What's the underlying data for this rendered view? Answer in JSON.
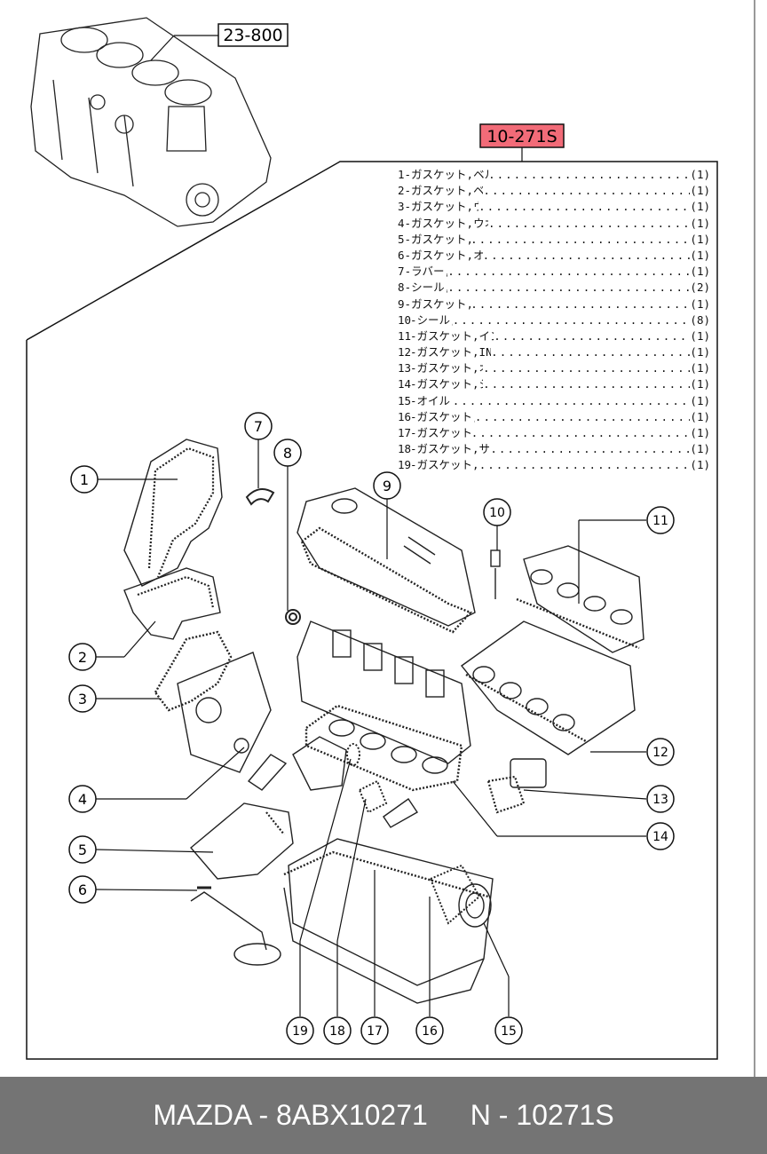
{
  "diagram": {
    "top_ref": "23-800",
    "kit_ref": "10-271S",
    "parts": [
      {
        "no": "1",
        "name": "-ガスケット,ベルトカバー アッパー",
        "qty": "(1)"
      },
      {
        "no": "2",
        "name": "-ガスケット,ベルトカバー ロワ-",
        "qty": "(1)"
      },
      {
        "no": "3",
        "name": "-ガスケット,ウオーターポンプ",
        "qty": "(1)"
      },
      {
        "no": "4",
        "name": "-ガスケット,ウオーターポンプ イン",
        "qty": "(1)"
      },
      {
        "no": "5",
        "name": "-ガスケット,オイルポンプ",
        "qty": "(1)"
      },
      {
        "no": "6",
        "name": "-ガスケット,オイルストレーナー",
        "qty": "(1)"
      },
      {
        "no": "7",
        "name": "-ラバー,シール",
        "qty": "(1)"
      },
      {
        "no": "8",
        "name": "-シール,オイル",
        "qty": "(2)"
      },
      {
        "no": "9",
        "name": "-ガスケット,ヘッドカバー",
        "qty": "(1)"
      },
      {
        "no": "10",
        "name": "-シール,バルブ",
        "qty": "(8)"
      },
      {
        "no": "11",
        "name": "-ガスケット,インレットマニホールド",
        "qty": "(1)"
      },
      {
        "no": "12",
        "name": "-ガスケット,IN. EX,マニホールド",
        "qty": "(1)"
      },
      {
        "no": "13",
        "name": "-ガスケット,オイルフィルター",
        "qty": "(1)"
      },
      {
        "no": "14",
        "name": "-ガスケット,シリンダーヘッド",
        "qty": "(1)"
      },
      {
        "no": "15",
        "name": "-オイル シール",
        "qty": "(1)"
      },
      {
        "no": "16",
        "name": "-ガスケット,リアーカバー",
        "qty": "(1)"
      },
      {
        "no": "17",
        "name": "-ガスケット,オイルパン",
        "qty": "(1)"
      },
      {
        "no": "18",
        "name": "-ガスケット,サーモスタットカバー",
        "qty": "(1)"
      },
      {
        "no": "19",
        "name": "-ガスケット,サーモスタット",
        "qty": "(1)"
      }
    ],
    "callouts": [
      "1",
      "2",
      "3",
      "4",
      "5",
      "6",
      "7",
      "8",
      "9",
      "10",
      "11",
      "12",
      "13",
      "14",
      "15",
      "16",
      "17",
      "18",
      "19"
    ]
  },
  "footer": {
    "brand_part": "MAZDA - 8ABX10271",
    "alt_part": "N - 10271S"
  },
  "colors": {
    "kit_highlight": "#f26b78",
    "footer_bg": "#747474"
  }
}
